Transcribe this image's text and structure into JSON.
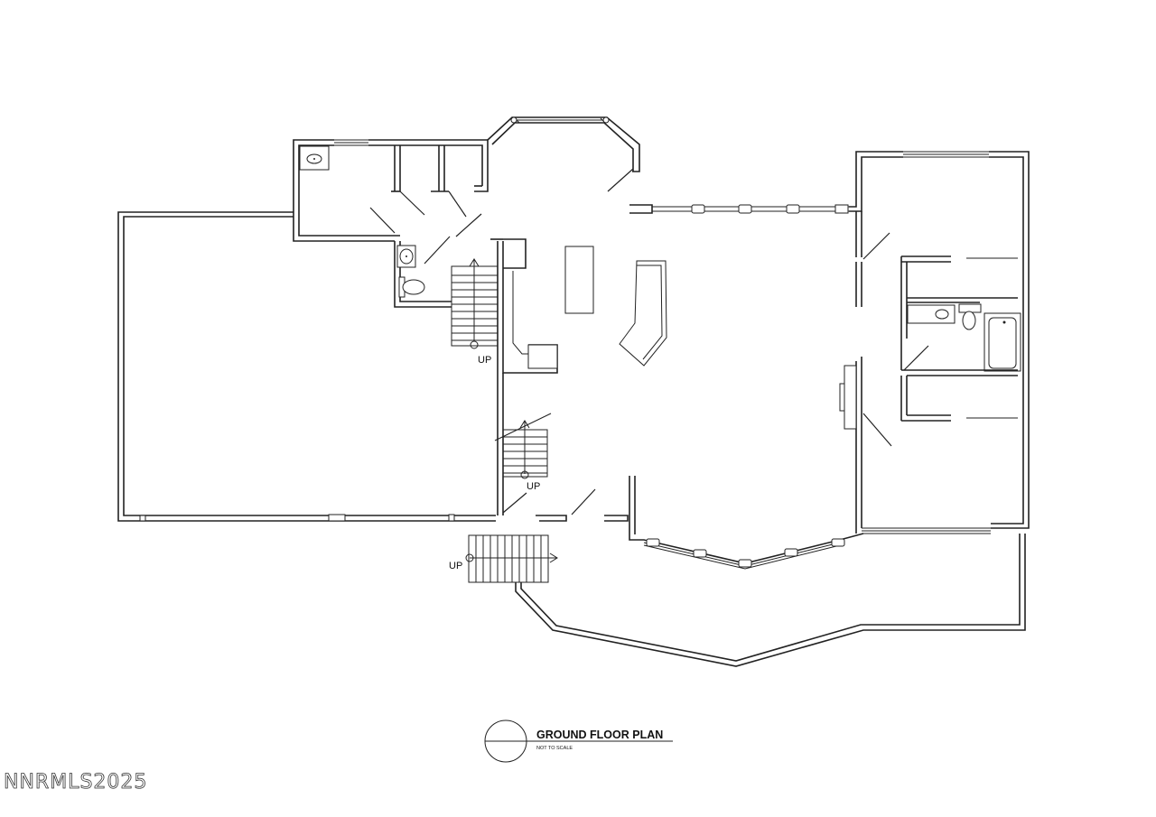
{
  "plan": {
    "title": "GROUND FLOOR PLAN",
    "subtitle": "NOT TO SCALE",
    "stair_labels": [
      "UP",
      "UP",
      "UP"
    ]
  },
  "watermark": "NNRMLS2025",
  "colors": {
    "line": "#222222",
    "background": "#ffffff"
  }
}
